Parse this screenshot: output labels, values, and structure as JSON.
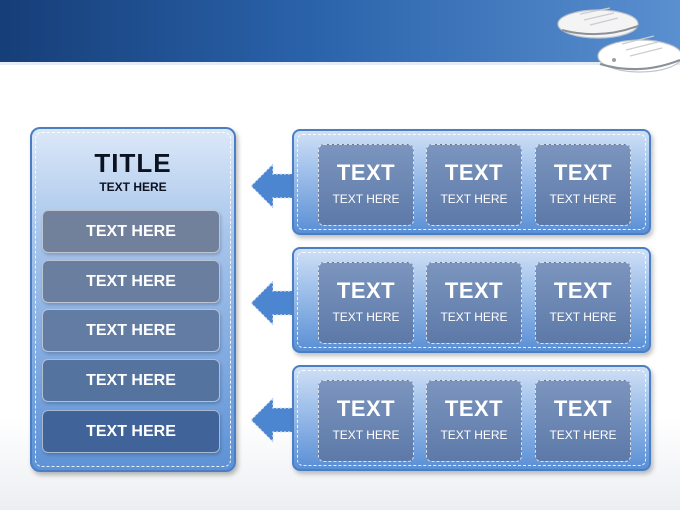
{
  "left_panel": {
    "title": "TITLE",
    "subtitle": "TEXT HERE",
    "items": [
      {
        "label": "TEXT HERE",
        "color": "#72819b"
      },
      {
        "label": "TEXT HERE",
        "color": "#6a7f9f"
      },
      {
        "label": "TEXT HERE",
        "color": "#627ca4"
      },
      {
        "label": "TEXT HERE",
        "color": "#55739f"
      },
      {
        "label": "TEXT HERE",
        "color": "#40649a"
      }
    ]
  },
  "rows": [
    {
      "cells": [
        {
          "title": "TEXT",
          "text": "TEXT HERE"
        },
        {
          "title": "TEXT",
          "text": "TEXT HERE"
        },
        {
          "title": "TEXT",
          "text": "TEXT HERE"
        }
      ]
    },
    {
      "cells": [
        {
          "title": "TEXT",
          "text": "TEXT HERE"
        },
        {
          "title": "TEXT",
          "text": "TEXT HERE"
        },
        {
          "title": "TEXT",
          "text": "TEXT HERE"
        }
      ]
    },
    {
      "cells": [
        {
          "title": "TEXT",
          "text": "TEXT HERE"
        },
        {
          "title": "TEXT",
          "text": "TEXT HERE"
        },
        {
          "title": "TEXT",
          "text": "TEXT HERE"
        }
      ]
    }
  ],
  "colors": {
    "header": "#2a62aa",
    "panel_border": "#4a7fc6",
    "arrow": "#4d86d0",
    "cell": "#6a84b0"
  },
  "icons": [
    "sneakers-image",
    "arrow-left-icon"
  ]
}
